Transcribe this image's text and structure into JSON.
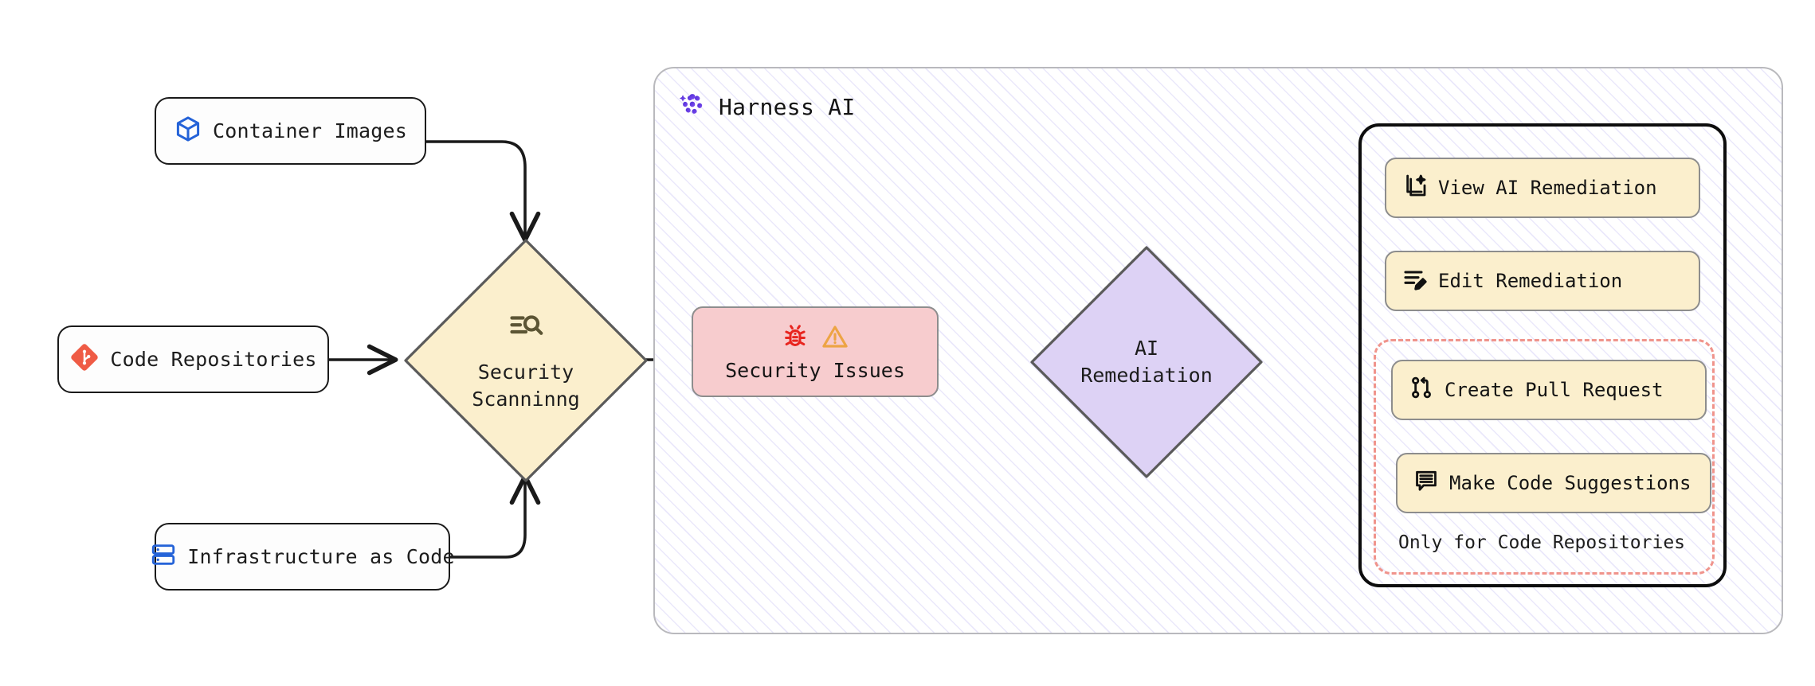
{
  "diagram": {
    "title": "Harness AI security scanning and remediation flow",
    "panel": {
      "label": "Harness AI",
      "logo_icon": "harness-pinwheel-icon",
      "accent": "#5b2fe0"
    }
  },
  "sources": [
    {
      "id": "container-images",
      "label": "Container Images",
      "icon": "cube-icon",
      "icon_color": "#2563d8"
    },
    {
      "id": "code-repositories",
      "label": "Code Repositories",
      "icon": "git-icon",
      "icon_color": "#ef5b45"
    },
    {
      "id": "infrastructure-as-code",
      "label": "Infrastructure as Code",
      "icon": "server-icon",
      "icon_color": "#2563d8"
    }
  ],
  "stages": {
    "scanning": {
      "label_lines": [
        "Security",
        "Scanninng"
      ],
      "icon": "scan-search-icon",
      "fill": "#fbefcd",
      "stroke": "#5a5a5a"
    },
    "issues": {
      "label": "Security Issues",
      "icons": [
        "bug-icon",
        "warning-triangle-icon"
      ],
      "fill": "#f7ccce",
      "stroke": "#8d8d8d"
    },
    "remediation": {
      "label_lines": [
        "AI",
        "Remediation"
      ],
      "fill": "#ddd2f5",
      "stroke": "#5a5a5a"
    }
  },
  "actions": [
    {
      "id": "view-ai-remediation",
      "label": "View AI Remediation",
      "icon": "sparkle-document-icon"
    },
    {
      "id": "edit-remediation",
      "label": "Edit Remediation",
      "icon": "lines-pencil-icon"
    },
    {
      "id": "create-pull-request",
      "label": "Create Pull Request",
      "icon": "pull-request-icon"
    },
    {
      "id": "make-code-suggestions",
      "label": "Make Code Suggestions",
      "icon": "comment-lines-icon"
    }
  ],
  "dashed_group": {
    "caption": "Only for Code Repositories",
    "border_color": "#f0948c"
  }
}
